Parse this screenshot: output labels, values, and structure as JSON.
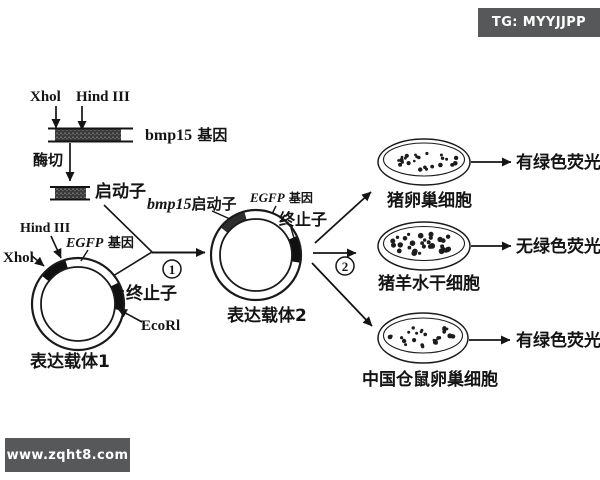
{
  "badges": {
    "tg": "TG: MYYJJPP",
    "site": "www.zqht8.com"
  },
  "colors": {
    "badge_bg": "#57585a",
    "badge_text": "#ffffff",
    "ink": "#141414"
  },
  "top_fragment": {
    "enzyme_xhol": "Xhol",
    "enzyme_hind": "Hind III",
    "gene_latin": "bmp15",
    "gene_cjk": " 基因",
    "digest_label": "酶切",
    "promoter_label": "启动子"
  },
  "vector1": {
    "name": "表达载体1",
    "enzyme_hind": "Hind III",
    "enzyme_xhol": "Xhol",
    "egfp_latin": "EGFP",
    "egfp_cjk": " 基因",
    "terminator_label": "终止子",
    "enzyme_ecor": "EcoRl"
  },
  "vector2": {
    "name": "表达载体2",
    "promoter_latin": "bmp15",
    "promoter_cjk": "启动子",
    "egfp_latin": "EGFP",
    "egfp_cjk": " 基因",
    "terminator_label": "终止子"
  },
  "steps": {
    "one": "1",
    "two": "2"
  },
  "dishes": [
    {
      "label": "猪卵巢细胞",
      "result": "有绿色荧光",
      "dots": 26,
      "dot_r": 1.9,
      "seed": 7
    },
    {
      "label": "猪羊水干细胞",
      "result": "无绿色荧光",
      "dots": 32,
      "dot_r": 2.4,
      "seed": 13
    },
    {
      "label": "中国仓鼠卵巢细胞",
      "result": "有绿色荧光",
      "dots": 27,
      "dot_r": 2.0,
      "seed": 21
    }
  ]
}
